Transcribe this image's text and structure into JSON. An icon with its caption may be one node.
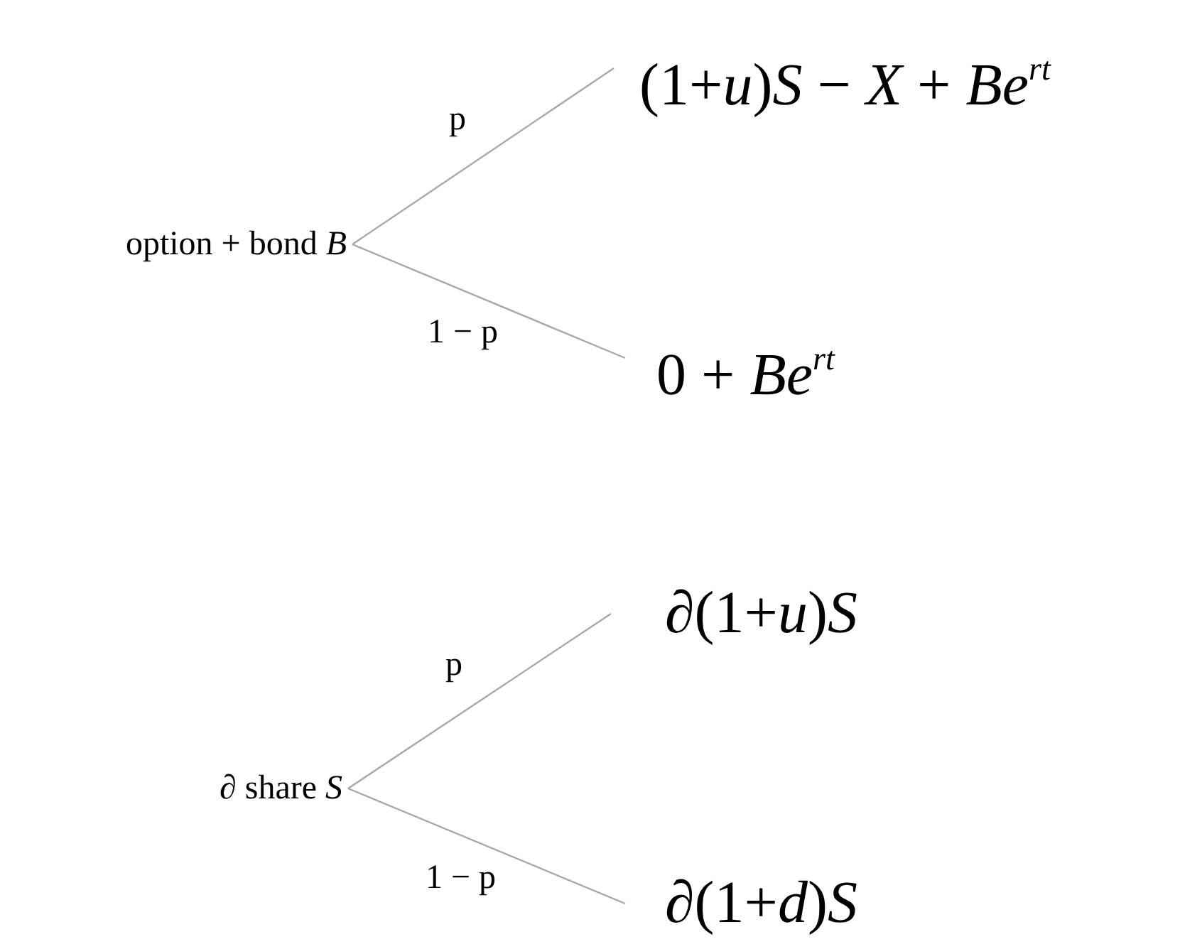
{
  "diagram": {
    "nodes": [
      {
        "text": [
          "option + bond *B*"
        ]
      },
      {
        "text": [
          "(1+*u*)*S* − *X* + *Be*$^{rt}$"
        ]
      },
      {
        "text": [
          "0 + *Be*$^{rt}$"
        ]
      },
      {
        "text": [
          "∂ share *S*"
        ]
      },
      {
        "text": [
          "∂(1+*u*)*S*"
        ]
      },
      {
        "text": [
          "∂(1+*d*)*S*"
        ]
      }
    ],
    "edges": [
      {
        "from": 0,
        "to": 1,
        "arrow": "none",
        "label": "p"
      },
      {
        "from": 0,
        "to": 2,
        "arrow": "none",
        "label": "1 − p"
      },
      {
        "from": 3,
        "to": 4,
        "arrow": "none",
        "label": "p"
      },
      {
        "from": 3,
        "to": 5,
        "arrow": "none",
        "label": "1 − p"
      }
    ]
  }
}
